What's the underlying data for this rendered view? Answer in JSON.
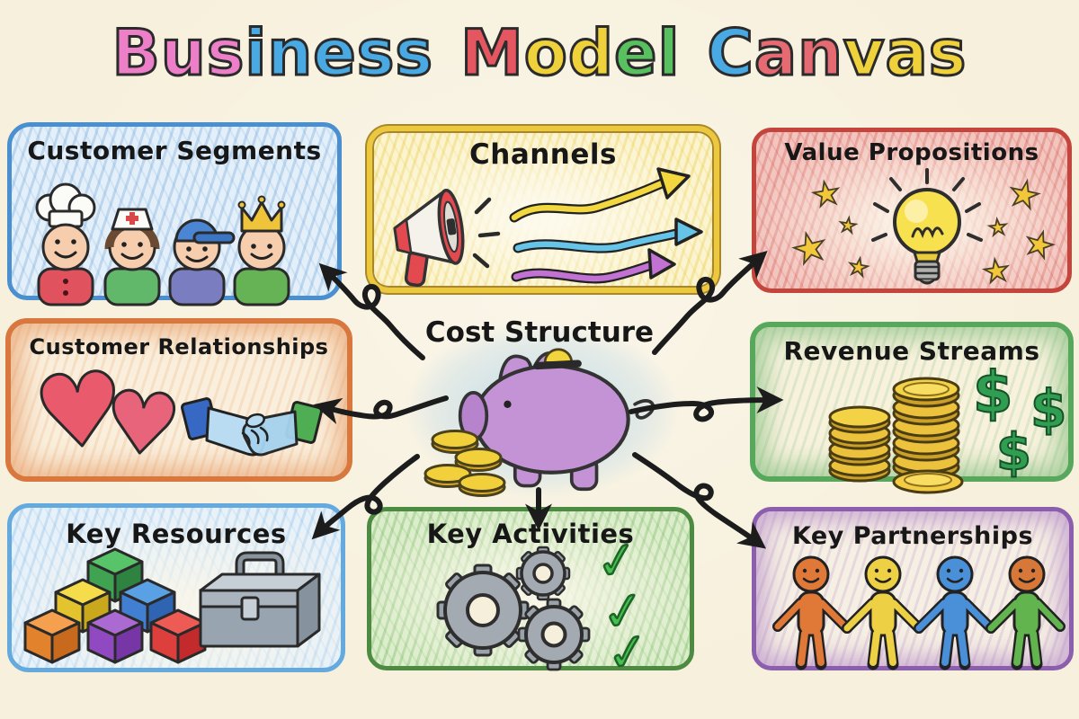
{
  "title": {
    "text": "Business Model Canvas",
    "letters": [
      {
        "ch": "B",
        "color": "#ec7fc8"
      },
      {
        "ch": "u",
        "color": "#ec7fc8"
      },
      {
        "ch": "s",
        "color": "#ec7fc8"
      },
      {
        "ch": "i",
        "color": "#49a9e3"
      },
      {
        "ch": "n",
        "color": "#49a9e3"
      },
      {
        "ch": "e",
        "color": "#49a9e3"
      },
      {
        "ch": "s",
        "color": "#49a9e3"
      },
      {
        "ch": "s",
        "color": "#49a9e3"
      },
      {
        "ch": " "
      },
      {
        "ch": "M",
        "color": "#e65660"
      },
      {
        "ch": "o",
        "color": "#efd23b"
      },
      {
        "ch": "d",
        "color": "#efd23b"
      },
      {
        "ch": "e",
        "color": "#58c05e"
      },
      {
        "ch": "l",
        "color": "#58c05e"
      },
      {
        "ch": " "
      },
      {
        "ch": "C",
        "color": "#49a9e3"
      },
      {
        "ch": "a",
        "color": "#e66a72"
      },
      {
        "ch": "n",
        "color": "#e66a72"
      },
      {
        "ch": "v",
        "color": "#efd23b"
      },
      {
        "ch": "a",
        "color": "#efd23b"
      },
      {
        "ch": "s",
        "color": "#efd23b"
      }
    ]
  },
  "cells": {
    "customer_segments": {
      "label": "Customer Segments",
      "icons": [
        "chef",
        "nurse",
        "kid-with-cap",
        "king"
      ]
    },
    "channels": {
      "label": "Channels",
      "icons": [
        "megaphone",
        "wavy-arrow-yellow",
        "wavy-arrow-blue",
        "wavy-arrow-purple"
      ]
    },
    "value_propositions": {
      "label": "Value Propositions",
      "icons": [
        "lightbulb",
        "stars"
      ]
    },
    "customer_relationships": {
      "label": "Customer Relationships",
      "icons": [
        "hearts",
        "handshake"
      ]
    },
    "cost_structure": {
      "label": "Cost Structure",
      "icons": [
        "piggy-bank",
        "coins"
      ]
    },
    "revenue_streams": {
      "label": "Revenue Streams",
      "icons": [
        "coin-stacks",
        "dollar-signs"
      ]
    },
    "key_resources": {
      "label": "Key Resources",
      "icons": [
        "building-blocks",
        "toolbox"
      ]
    },
    "key_activities": {
      "label": "Key Activities",
      "icons": [
        "gears",
        "checkmarks"
      ]
    },
    "key_partnerships": {
      "label": "Key Partnerships",
      "icons": [
        "people-holding-hands"
      ]
    }
  },
  "glyphs": {
    "star": "★",
    "heart": "♥",
    "dollar": "$",
    "check": "✓"
  },
  "colors": {
    "background": "#f7f0dc",
    "ink": "#1c1c1c",
    "center_patch": "#8ec5ec",
    "customer_segments_border": "#4a8fd0",
    "channels_border": "#ecc83e",
    "value_propositions_border": "#c4453c",
    "customer_relationships_border": "#d8773e",
    "revenue_streams_border": "#57a85c",
    "key_resources_border": "#64aade",
    "key_activities_border": "#4d8a42",
    "key_partnerships_border": "#8b5fae",
    "piggy_bank": "#c493d6",
    "coin_gold": "#f2d03c",
    "arrow_yellow": "#f2d73e",
    "arrow_blue": "#66c4e8",
    "arrow_purple": "#c172d2"
  }
}
